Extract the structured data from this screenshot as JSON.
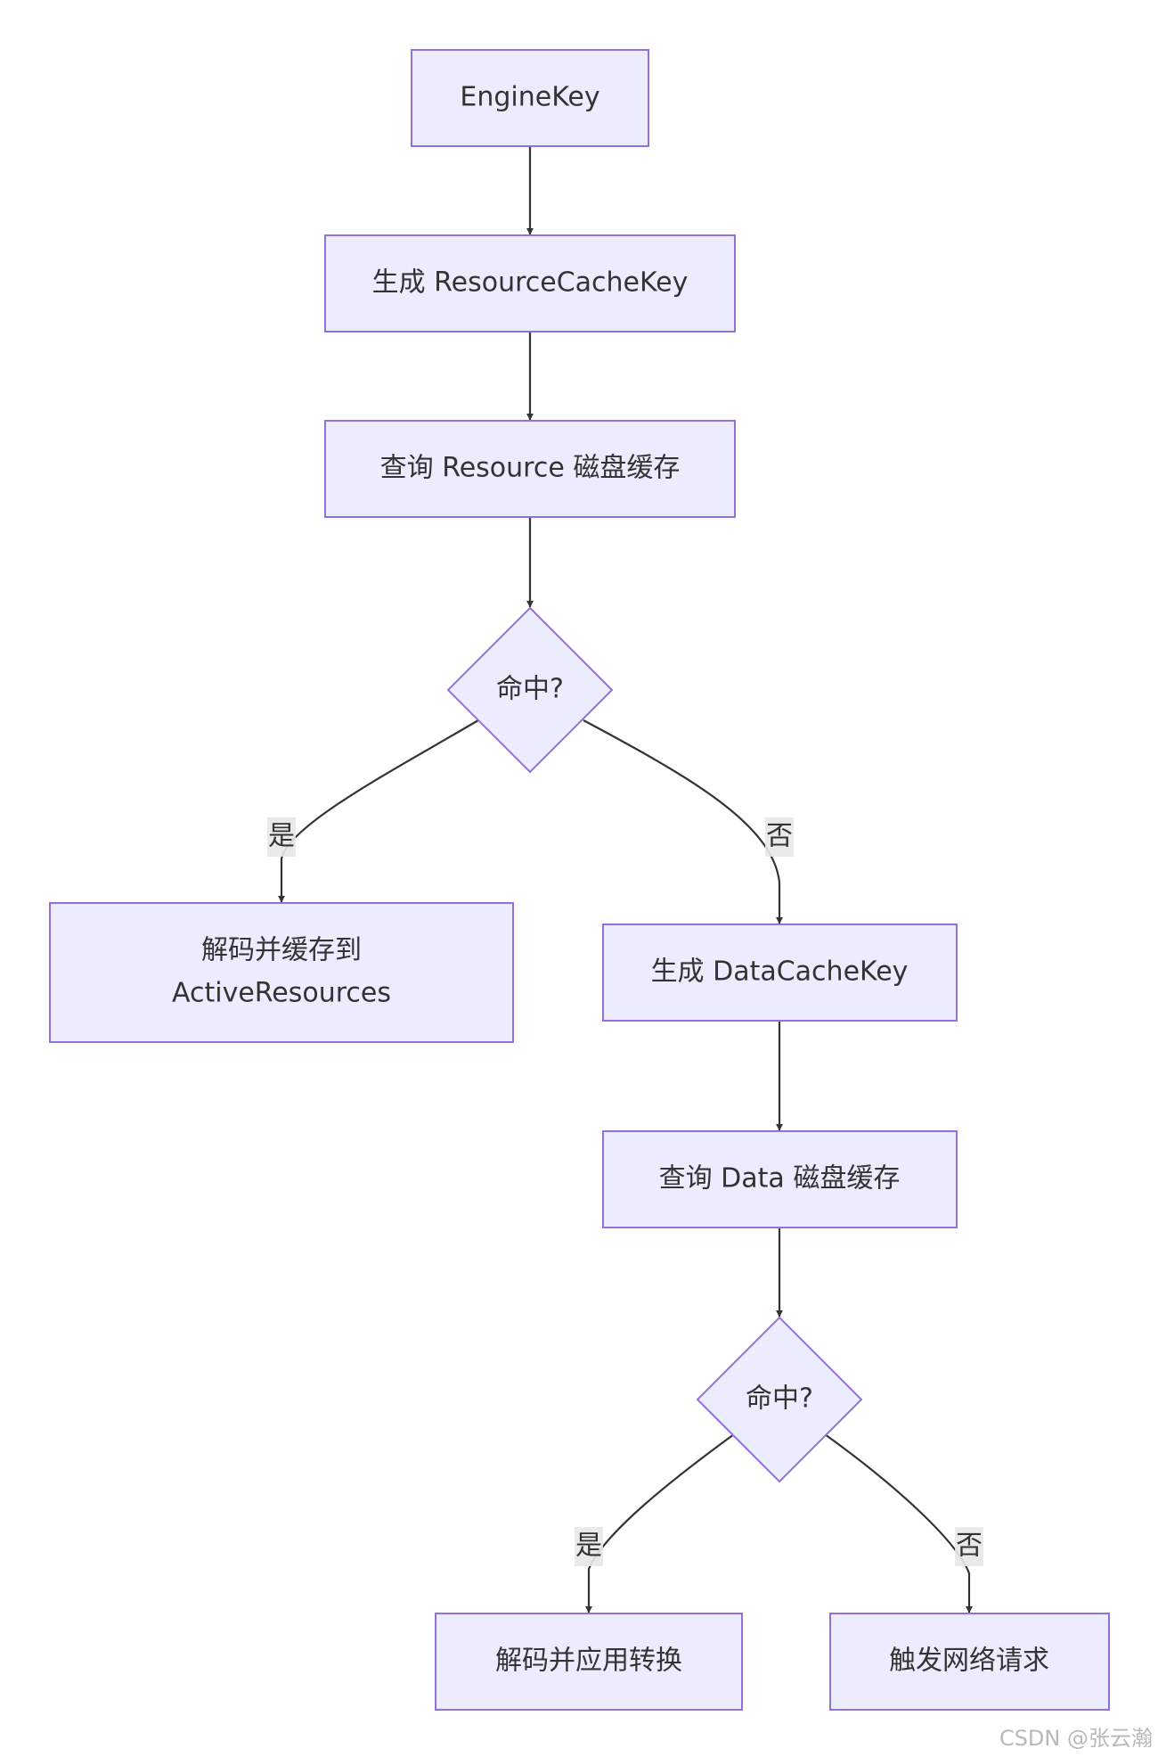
{
  "nodes": {
    "engine_key": "EngineKey",
    "gen_resource_key": "生成 ResourceCacheKey",
    "query_resource_cache": "查询 Resource 磁盘缓存",
    "decision_1": "命中?",
    "decode_cache_line1": "解码并缓存到",
    "decode_cache_line2": "ActiveResources",
    "gen_data_key": "生成 DataCacheKey",
    "query_data_cache": "查询 Data 磁盘缓存",
    "decision_2": "命中?",
    "decode_transform": "解码并应用转换",
    "network_request": "触发网络请求"
  },
  "edges": {
    "yes_1": "是",
    "no_1": "否",
    "yes_2": "是",
    "no_2": "否"
  },
  "watermark": "CSDN @张云瀚",
  "colors": {
    "node_fill": "#ECECFF",
    "node_stroke": "#9370DB",
    "text": "#333333",
    "edge": "#333333",
    "label_bg": "#e8e8e8"
  }
}
